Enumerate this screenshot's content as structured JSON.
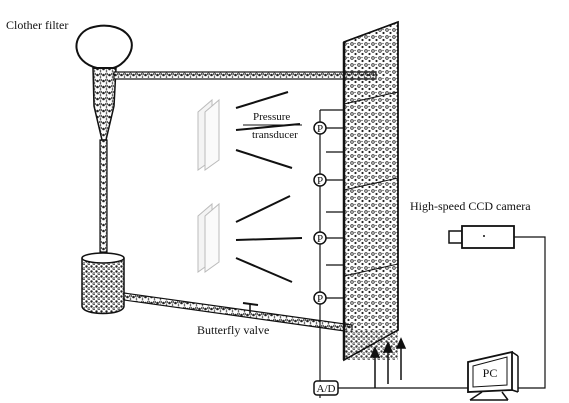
{
  "labels": {
    "clother_filter": "Clother filter",
    "pressure_line1": "Pressure",
    "pressure_line2": "transducer",
    "camera": "High-speed CCD camera",
    "butterfly": "Butterfly valve",
    "pc": "PC",
    "ad": "A/D",
    "p_symbol": "P"
  }
}
